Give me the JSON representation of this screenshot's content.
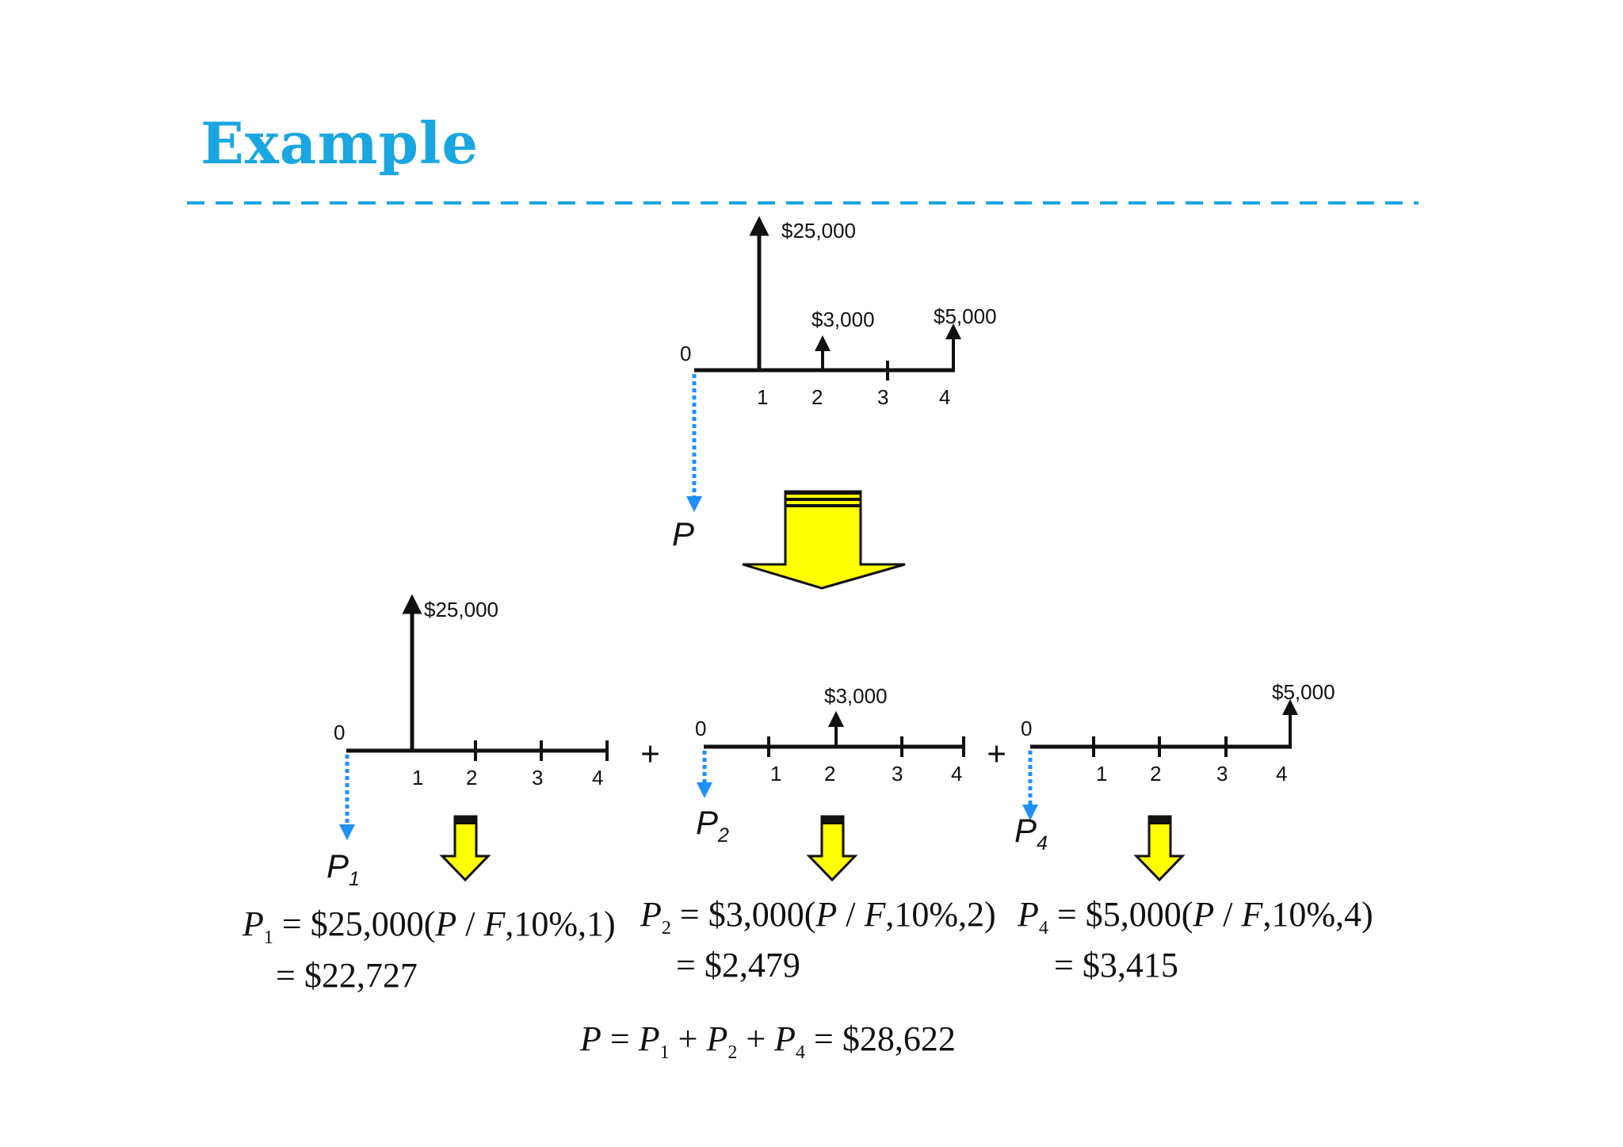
{
  "slide": {
    "title": "Example",
    "accent_color": "#1aa6e0",
    "arrow_fill": "#ffff00",
    "dotted_arrow_color": "#1e90ff"
  },
  "main_diagram": {
    "periods": [
      "0",
      "1",
      "2",
      "3",
      "4"
    ],
    "cash_flows": [
      {
        "period": 1,
        "label": "$25,000",
        "amount": 25000
      },
      {
        "period": 2,
        "label": "$3,000",
        "amount": 3000
      },
      {
        "period": 4,
        "label": "$5,000",
        "amount": 5000
      }
    ],
    "present_label": "P"
  },
  "components": [
    {
      "periods": [
        "0",
        "1",
        "2",
        "3",
        "4"
      ],
      "cash_flow": {
        "period": 1,
        "label": "$25,000"
      },
      "p_label": "P",
      "p_sub": "1",
      "eq1_lhs": "P",
      "eq1_lhs_sub": "1",
      "eq1_rhs_a": " = $25,000(",
      "eq1_rhs_b": "P",
      "eq1_rhs_c": " / ",
      "eq1_rhs_d": "F",
      "eq1_rhs_e": ",10%,1)",
      "eq2": "= $22,727"
    },
    {
      "periods": [
        "0",
        "1",
        "2",
        "3",
        "4"
      ],
      "cash_flow": {
        "period": 2,
        "label": "$3,000"
      },
      "p_label": "P",
      "p_sub": "2",
      "eq1_lhs": "P",
      "eq1_lhs_sub": "2",
      "eq1_rhs_a": " = $3,000(",
      "eq1_rhs_b": "P",
      "eq1_rhs_c": " / ",
      "eq1_rhs_d": "F",
      "eq1_rhs_e": ",10%,2)",
      "eq2": "= $2,479"
    },
    {
      "periods": [
        "0",
        "1",
        "2",
        "3",
        "4"
      ],
      "cash_flow": {
        "period": 4,
        "label": "$5,000"
      },
      "p_label": "P",
      "p_sub": "4",
      "eq1_lhs": "P",
      "eq1_lhs_sub": "4",
      "eq1_rhs_a": " = $5,000(",
      "eq1_rhs_b": "P",
      "eq1_rhs_c": " / ",
      "eq1_rhs_d": "F",
      "eq1_rhs_e": ",10%,4)",
      "eq2": "= $3,415"
    }
  ],
  "plus_sign": "+",
  "total": {
    "p": "P",
    "eq": " = ",
    "p1": "P",
    "s1": "1",
    "plus1": " + ",
    "p2": "P",
    "s2": "2",
    "plus2": " + ",
    "p4": "P",
    "s4": "4",
    "result": " = $28,622"
  }
}
